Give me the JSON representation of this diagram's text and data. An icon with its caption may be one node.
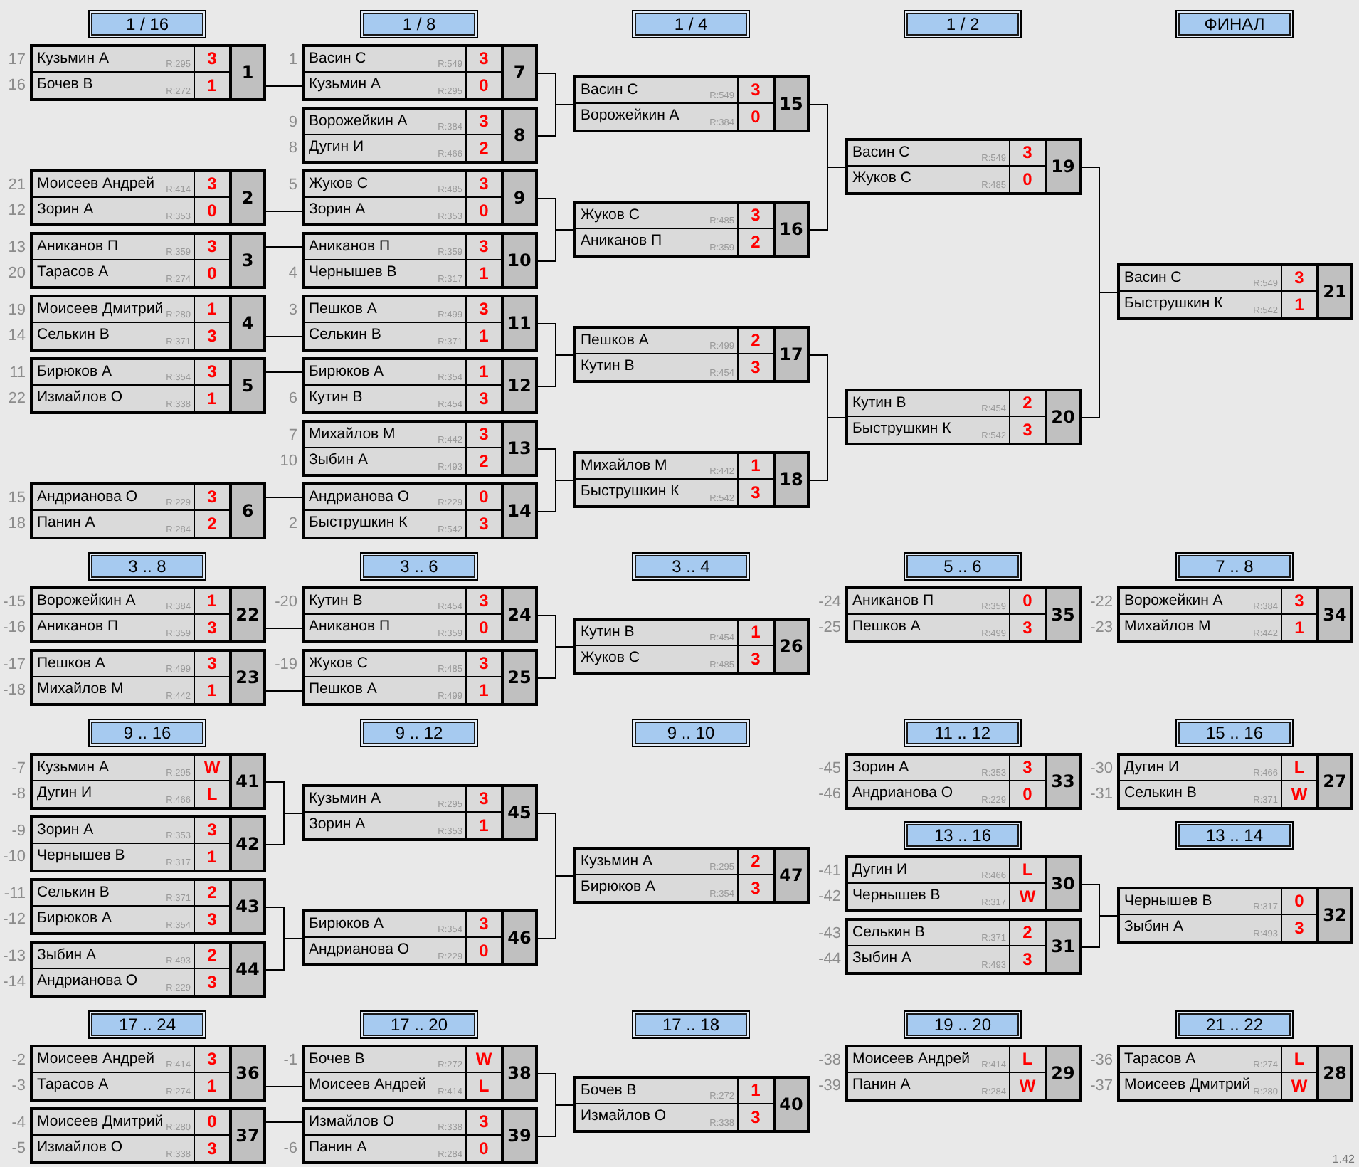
{
  "diagram": {
    "nodes": [
      {
        "text": [
          "1 / 16"
        ]
      },
      {
        "text": [
          "1 / 8"
        ]
      },
      {
        "text": [
          "1 / 4"
        ]
      },
      {
        "text": [
          "1 / 2"
        ]
      },
      {
        "text": [
          "ФИНАЛ"
        ]
      },
      {
        "text": [
          "Кузьмин А",
          "R:295",
          "3",
          "Бочев В",
          "R:272",
          "1",
          "1"
        ],
        "beside": [
          "17",
          "16"
        ]
      },
      {
        "text": [
          "Моисеев Андрей",
          "R:414",
          "3",
          "Зорин А",
          "R:353",
          "0",
          "2"
        ],
        "beside": [
          "21",
          "12"
        ]
      },
      {
        "text": [
          "Аниканов П",
          "R:359",
          "3",
          "Тарасов А",
          "R:274",
          "0",
          "3"
        ],
        "beside": [
          "13",
          "20"
        ]
      },
      {
        "text": [
          "Моисеев Дмитрий",
          "R:280",
          "1",
          "Селькин В",
          "R:371",
          "3",
          "4"
        ],
        "beside": [
          "19",
          "14"
        ]
      },
      {
        "text": [
          "Бирюков А",
          "R:354",
          "3",
          "Измайлов О",
          "R:338",
          "1",
          "5"
        ],
        "beside": [
          "11",
          "22"
        ]
      },
      {
        "text": [
          "Андрианова О",
          "R:229",
          "3",
          "Панин А",
          "R:284",
          "2",
          "6"
        ],
        "beside": [
          "15",
          "18"
        ]
      },
      {
        "text": [
          "Васин С",
          "R:549",
          "3",
          "Кузьмин А",
          "R:295",
          "0",
          "7"
        ],
        "beside": [
          "1"
        ]
      },
      {
        "text": [
          "Ворожейкин А",
          "R:384",
          "3",
          "Дугин И",
          "R:466",
          "2",
          "8"
        ],
        "beside": [
          "9",
          "8"
        ]
      },
      {
        "text": [
          "Жуков С",
          "R:485",
          "3",
          "Зорин А",
          "R:353",
          "0",
          "9"
        ],
        "beside": [
          "5"
        ]
      },
      {
        "text": [
          "Аниканов П",
          "R:359",
          "3",
          "Чернышев В",
          "R:317",
          "1",
          "10"
        ],
        "beside": [
          "4"
        ]
      },
      {
        "text": [
          "Пешков А",
          "R:499",
          "3",
          "Селькин В",
          "R:371",
          "1",
          "11"
        ],
        "beside": [
          "3"
        ]
      },
      {
        "text": [
          "Бирюков А",
          "R:354",
          "1",
          "Кутин В",
          "R:454",
          "3",
          "12"
        ],
        "beside": [
          "6"
        ]
      },
      {
        "text": [
          "Михайлов М",
          "R:442",
          "3",
          "Зыбин А",
          "R:493",
          "2",
          "13"
        ],
        "beside": [
          "7",
          "10"
        ]
      },
      {
        "text": [
          "Андрианова О",
          "R:229",
          "0",
          "Быструшкин К",
          "R:542",
          "3",
          "14"
        ],
        "beside": [
          "2"
        ]
      },
      {
        "text": [
          "Васин С",
          "R:549",
          "3",
          "Ворожейкин А",
          "R:384",
          "0",
          "15"
        ]
      },
      {
        "text": [
          "Жуков С",
          "R:485",
          "3",
          "Аниканов П",
          "R:359",
          "2",
          "16"
        ]
      },
      {
        "text": [
          "Пешков А",
          "R:499",
          "2",
          "Кутин В",
          "R:454",
          "3",
          "17"
        ]
      },
      {
        "text": [
          "Михайлов М",
          "R:442",
          "1",
          "Быструшкин К",
          "R:542",
          "3",
          "18"
        ]
      },
      {
        "text": [
          "Васин С",
          "R:549",
          "3",
          "Жуков С",
          "R:485",
          "0",
          "19"
        ]
      },
      {
        "text": [
          "Кутин В",
          "R:454",
          "2",
          "Быструшкин К",
          "R:542",
          "3",
          "20"
        ]
      },
      {
        "text": [
          "Васин С",
          "R:549",
          "3",
          "Быструшкин К",
          "R:542",
          "1",
          "21"
        ]
      },
      {
        "text": [
          "3 .. 8"
        ]
      },
      {
        "text": [
          "3 .. 6"
        ]
      },
      {
        "text": [
          "3 .. 4"
        ]
      },
      {
        "text": [
          "5 .. 6"
        ]
      },
      {
        "text": [
          "7 .. 8"
        ]
      },
      {
        "text": [
          "Ворожейкин А",
          "R:384",
          "1",
          "Аниканов П",
          "R:359",
          "3",
          "22"
        ],
        "beside": [
          "-15",
          "-16"
        ]
      },
      {
        "text": [
          "Пешков А",
          "R:499",
          "3",
          "Михайлов М",
          "R:442",
          "1",
          "23"
        ],
        "beside": [
          "-17",
          "-18"
        ]
      },
      {
        "text": [
          "Кутин В",
          "R:454",
          "3",
          "Аниканов П",
          "R:359",
          "0",
          "24"
        ],
        "beside": [
          "-20"
        ]
      },
      {
        "text": [
          "Жуков С",
          "R:485",
          "3",
          "Пешков А",
          "R:499",
          "1",
          "25"
        ],
        "beside": [
          "-19"
        ]
      },
      {
        "text": [
          "Кутин В",
          "R:454",
          "1",
          "Жуков С",
          "R:485",
          "3",
          "26"
        ]
      },
      {
        "text": [
          "Аниканов П",
          "R:359",
          "0",
          "Пешков А",
          "R:499",
          "3",
          "35"
        ],
        "beside": [
          "-24",
          "-25"
        ]
      },
      {
        "text": [
          "Ворожейкин А",
          "R:384",
          "3",
          "Михайлов М",
          "R:442",
          "1",
          "34"
        ],
        "beside": [
          "-22",
          "-23"
        ]
      },
      {
        "text": [
          "9 .. 16"
        ]
      },
      {
        "text": [
          "9 .. 12"
        ]
      },
      {
        "text": [
          "9 .. 10"
        ]
      },
      {
        "text": [
          "11 .. 12"
        ]
      },
      {
        "text": [
          "15 .. 16"
        ]
      },
      {
        "text": [
          "Кузьмин А",
          "R:295",
          "W",
          "Дугин И",
          "R:466",
          "L",
          "41"
        ],
        "beside": [
          "-7",
          "-8"
        ]
      },
      {
        "text": [
          "Зорин А",
          "R:353",
          "3",
          "Чернышев В",
          "R:317",
          "1",
          "42"
        ],
        "beside": [
          "-9",
          "-10"
        ]
      },
      {
        "text": [
          "Селькин В",
          "R:371",
          "2",
          "Бирюков А",
          "R:354",
          "3",
          "43"
        ],
        "beside": [
          "-11",
          "-12"
        ]
      },
      {
        "text": [
          "Зыбин А",
          "R:493",
          "2",
          "Андрианова О",
          "R:229",
          "3",
          "44"
        ],
        "beside": [
          "-13",
          "-14"
        ]
      },
      {
        "text": [
          "Кузьмин А",
          "R:295",
          "3",
          "Зорин А",
          "R:353",
          "1",
          "45"
        ]
      },
      {
        "text": [
          "Бирюков А",
          "R:354",
          "3",
          "Андрианова О",
          "R:229",
          "0",
          "46"
        ]
      },
      {
        "text": [
          "Кузьмин А",
          "R:295",
          "2",
          "Бирюков А",
          "R:354",
          "3",
          "47"
        ]
      },
      {
        "text": [
          "Зорин А",
          "R:353",
          "3",
          "Андрианова О",
          "R:229",
          "0",
          "33"
        ],
        "beside": [
          "-45",
          "-46"
        ]
      },
      {
        "text": [
          "Дугин И",
          "R:466",
          "L",
          "Селькин В",
          "R:371",
          "W",
          "27"
        ],
        "beside": [
          "-30",
          "-31"
        ]
      },
      {
        "text": [
          "13 .. 16"
        ]
      },
      {
        "text": [
          "13 .. 14"
        ]
      },
      {
        "text": [
          "Дугин И",
          "R:466",
          "L",
          "Чернышев В",
          "R:317",
          "W",
          "30"
        ],
        "beside": [
          "-41",
          "-42"
        ]
      },
      {
        "text": [
          "Селькин В",
          "R:371",
          "2",
          "Зыбин А",
          "R:493",
          "3",
          "31"
        ],
        "beside": [
          "-43",
          "-44"
        ]
      },
      {
        "text": [
          "Чернышев В",
          "R:317",
          "0",
          "Зыбин А",
          "R:493",
          "3",
          "32"
        ]
      },
      {
        "text": [
          "17 .. 24"
        ]
      },
      {
        "text": [
          "17 .. 20"
        ]
      },
      {
        "text": [
          "17 .. 18"
        ]
      },
      {
        "text": [
          "19 .. 20"
        ]
      },
      {
        "text": [
          "21 .. 22"
        ]
      },
      {
        "text": [
          "Моисеев Андрей",
          "R:414",
          "3",
          "Тарасов А",
          "R:274",
          "1",
          "36"
        ],
        "beside": [
          "-2",
          "-3"
        ]
      },
      {
        "text": [
          "Моисеев Дмитрий",
          "R:280",
          "0",
          "Измайлов О",
          "R:338",
          "3",
          "37"
        ],
        "beside": [
          "-4",
          "-5"
        ]
      },
      {
        "text": [
          "Бочев В",
          "R:272",
          "W",
          "Моисеев Андрей",
          "R:414",
          "L",
          "38"
        ],
        "beside": [
          "-1"
        ]
      },
      {
        "text": [
          "Измайлов О",
          "R:338",
          "3",
          "Панин А",
          "R:284",
          "0",
          "39"
        ],
        "beside": [
          "-6"
        ]
      },
      {
        "text": [
          "Бочев В",
          "R:272",
          "1",
          "Измайлов О",
          "R:338",
          "3",
          "40"
        ]
      },
      {
        "text": [
          "Моисеев Андрей",
          "R:414",
          "L",
          "Панин А",
          "R:284",
          "W",
          "29"
        ],
        "beside": [
          "-38",
          "-39"
        ]
      },
      {
        "text": [
          "Тарасов А",
          "R:274",
          "L",
          "Моисеев Дмитрий",
          "R:280",
          "W",
          "28"
        ],
        "beside": [
          "-36",
          "-37"
        ]
      }
    ],
    "edges": [
      {
        "from": 5,
        "to": 11,
        "arrow": "none"
      },
      {
        "from": 6,
        "to": 13,
        "arrow": "none"
      },
      {
        "from": 7,
        "to": 14,
        "arrow": "none"
      },
      {
        "from": 8,
        "to": 15,
        "arrow": "none"
      },
      {
        "from": 9,
        "to": 16,
        "arrow": "none"
      },
      {
        "from": 10,
        "to": 18,
        "arrow": "none"
      },
      {
        "from": 11,
        "to": 19,
        "arrow": "none"
      },
      {
        "from": 12,
        "to": 19,
        "arrow": "none"
      },
      {
        "from": 13,
        "to": 20,
        "arrow": "none"
      },
      {
        "from": 14,
        "to": 20,
        "arrow": "none"
      },
      {
        "from": 15,
        "to": 21,
        "arrow": "none"
      },
      {
        "from": 16,
        "to": 21,
        "arrow": "none"
      },
      {
        "from": 17,
        "to": 22,
        "arrow": "none"
      },
      {
        "from": 18,
        "to": 22,
        "arrow": "none"
      },
      {
        "from": 19,
        "to": 23,
        "arrow": "none"
      },
      {
        "from": 20,
        "to": 23,
        "arrow": "none"
      },
      {
        "from": 21,
        "to": 24,
        "arrow": "none"
      },
      {
        "from": 22,
        "to": 24,
        "arrow": "none"
      },
      {
        "from": 23,
        "to": 25,
        "arrow": "none"
      },
      {
        "from": 24,
        "to": 25,
        "arrow": "none"
      },
      {
        "from": 31,
        "to": 33,
        "arrow": "none"
      },
      {
        "from": 32,
        "to": 34,
        "arrow": "none"
      },
      {
        "from": 33,
        "to": 35,
        "arrow": "none"
      },
      {
        "from": 34,
        "to": 35,
        "arrow": "none"
      },
      {
        "from": 43,
        "to": 47,
        "arrow": "none"
      },
      {
        "from": 44,
        "to": 47,
        "arrow": "none"
      },
      {
        "from": 45,
        "to": 48,
        "arrow": "none"
      },
      {
        "from": 46,
        "to": 48,
        "arrow": "none"
      },
      {
        "from": 47,
        "to": 49,
        "arrow": "none"
      },
      {
        "from": 48,
        "to": 49,
        "arrow": "none"
      },
      {
        "from": 54,
        "to": 56,
        "arrow": "none"
      },
      {
        "from": 55,
        "to": 56,
        "arrow": "none"
      },
      {
        "from": 62,
        "to": 64,
        "arrow": "none"
      },
      {
        "from": 63,
        "to": 65,
        "arrow": "none"
      },
      {
        "from": 64,
        "to": 66,
        "arrow": "none"
      },
      {
        "from": 65,
        "to": 66,
        "arrow": "none"
      }
    ],
    "labels": [
      "1.42"
    ]
  }
}
